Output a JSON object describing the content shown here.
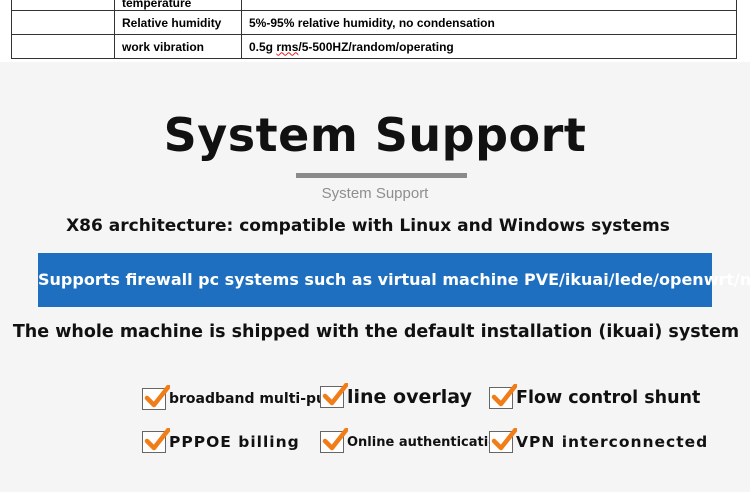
{
  "spec_table": {
    "rows": [
      {
        "label": "temperature",
        "value": ""
      },
      {
        "label": "Relative humidity",
        "value": "5%-95% relative humidity, no condensation"
      },
      {
        "label": "work vibration",
        "value_prefix": "0.5g ",
        "value_mark": "rms",
        "value_suffix": "/5-500HZ/random/operating"
      }
    ]
  },
  "section": {
    "title": "System Support",
    "subtitle": "System Support",
    "line1": "X86 architecture: compatible with Linux and Windows systems",
    "highlight": "Supports firewall pc systems such as virtual machine PVE/ikuai/lede/openwrt/nas",
    "line3": "The whole machine is shipped with the default installation (ikuai) system"
  },
  "features": [
    "broadband multi-pull",
    "line overlay",
    "Flow control shunt",
    "PPPOE billing",
    "Online authentication",
    "VPN interconnected"
  ],
  "colors": {
    "accent_blue": "#1f6fc0",
    "check_orange": "#f07d18",
    "background": "#f5f5f5"
  },
  "icons": {
    "feature_check": "check-icon"
  }
}
